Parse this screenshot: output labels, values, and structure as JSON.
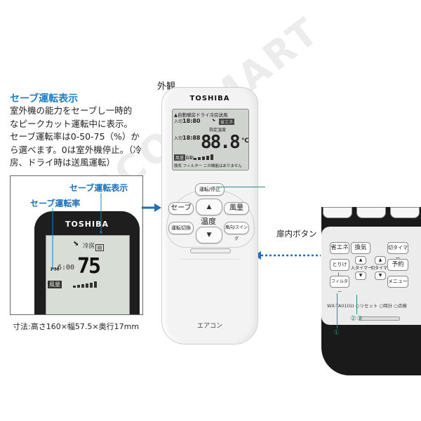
{
  "watermark": "AIRCON MART",
  "description": {
    "title": "セーブ運転表示",
    "body": "室外機の能力をセーブし一時的\nなピークカット運転中に表示。\nセーブ運転率は0-50-75（%）か\nら選べます。0は室外機停止。（冷\n房、ドライ時は送風運転）"
  },
  "closeup": {
    "label_save_display": "セーブ運転表示",
    "label_save_rate": "セーブ運転率",
    "brand": "TOSHIBA",
    "mode": "冷房",
    "rate_value": "75",
    "pm": "PM",
    "time": "6:00",
    "fan_label": "風量"
  },
  "dimensions": "寸法:高さ160×幅57.5×奥行17mm",
  "remote": {
    "view_label": "外観",
    "brand": "TOSHIBA",
    "screen": {
      "modes": "▲自動暖房ドライ冷房送風",
      "temp": "88.8",
      "unit": "℃",
      "left1": "入切",
      "left1_val": "18:80",
      "left2": "入切",
      "left2_val": "18:88",
      "label_setting": "指定温度",
      "label_save": "省エネ",
      "label_fan": "風量",
      "label_auto": "自動",
      "bottom": "換気 フィルター この機能はありません"
    },
    "buttons": {
      "power": "運転/停止",
      "save": "セーブ",
      "temp": "温度",
      "fan": "風量",
      "mode": "運転切換",
      "swing": "風向/スイング",
      "up": "▲",
      "down": "▼"
    },
    "footer_label": "エアコン"
  },
  "inner_panel": {
    "label": "扉内ボタン",
    "buttons": {
      "eco": "省エネ",
      "vent": "換気",
      "off_timer": "切タイマー",
      "toriken": "とりけし",
      "on_timer": "入タイマー",
      "off_timer2": "切タイマー",
      "reserve": "予約",
      "filter": "フィルター",
      "up": "▲",
      "down": "▼",
      "menu": "メニュー"
    },
    "model_line": "WX-TA01(G) ○リセット ○時計 ○点検",
    "callout_1": "①",
    "callout_23": "②③"
  },
  "colors": {
    "accent_blue": "#1e7fc6",
    "callout_teal": "#2a8c8a"
  }
}
